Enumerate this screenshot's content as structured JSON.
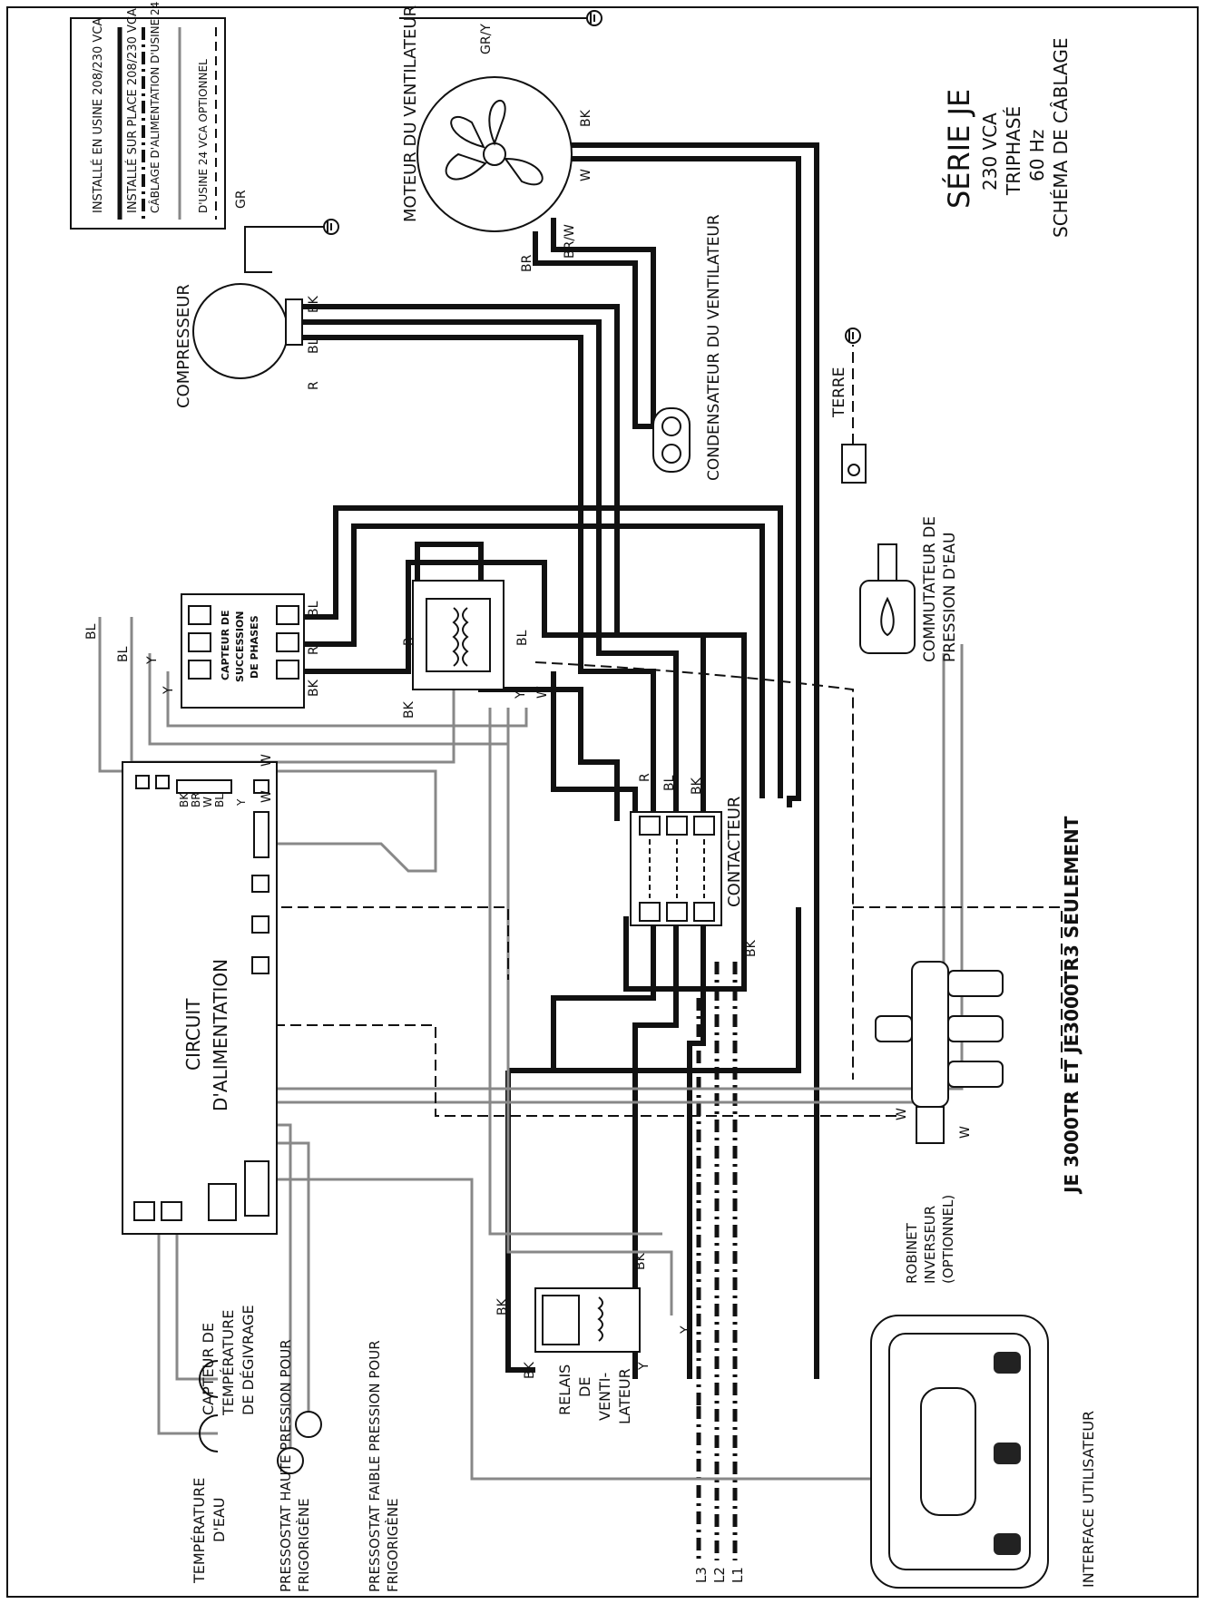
{
  "legend": {
    "items": [
      "INSTALLÉ EN USINE 208/230 VCA",
      "INSTALLÉ SUR PLACE 208/230 VCA",
      "CÂBLAGE D'ALIMENTATION D'USINE 24 VCA",
      "D'USINE 24 VCA OPTIONNEL"
    ]
  },
  "title_block": {
    "series": "SÉRIE JE",
    "voltage": "230 VCA",
    "phase": "TRIPHASÉ",
    "freq": "60 Hz",
    "kind": "SCHÉMA DE CÂBLAGE"
  },
  "note": "JE 3000TR ET JE3000TR3 SEULEMENT",
  "components": {
    "compressor": "COMPRESSEUR",
    "fan_motor": "MOTEUR DU VENTILATEUR",
    "fan_capacitor": "CONDENSATEUR DU VENTILATEUR",
    "ground": "TERRE",
    "water_pressure_switch": [
      "COMMUTATEUR DE",
      "PRESSION D'EAU"
    ],
    "phase_sensor": [
      "CAPTEUR DE",
      "SUCCESSION",
      "DE PHASES"
    ],
    "contactor": "CONTACTEUR",
    "power_board": [
      "CIRCUIT",
      "D'ALIMENTATION"
    ],
    "fan_relay": [
      "RELAIS",
      "DE",
      "VENTI-",
      "LATEUR"
    ],
    "reversing_valve": [
      "ROBINET",
      "INVERSEUR",
      "(OPTIONNEL)"
    ],
    "user_interface": "INTERFACE UTILISATEUR",
    "water_temp": [
      "TEMPÉRATURE",
      "D'EAU"
    ],
    "defrost_temp": [
      "CAPTEUR DE",
      "TEMPÉRATURE",
      "DE DÉGIVRAGE"
    ],
    "high_pressure": [
      "PRESSOSTAT HAUTE PRESSION POUR",
      "FRIGORIGÈNE"
    ],
    "low_pressure": [
      "PRESSOSTAT FAIBLE PRESSION POUR",
      "FRIGORIGÈNE"
    ]
  },
  "wire_labels": {
    "gr_y": "GR/Y",
    "gr": "GR",
    "bk": "BK",
    "bl": "BL",
    "r": "R",
    "w": "W",
    "br": "BR",
    "br_w": "BR/W",
    "y": "Y",
    "l1": "L1",
    "l2": "L2",
    "l3": "L3"
  }
}
